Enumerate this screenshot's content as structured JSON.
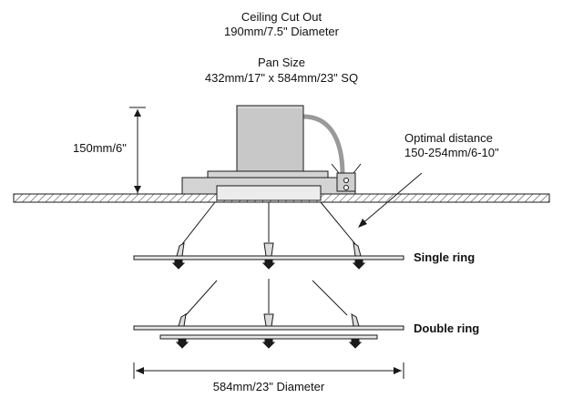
{
  "labels": {
    "ceiling_cutout_title": "Ceiling Cut Out",
    "ceiling_cutout_value": "190mm/7.5\" Diameter",
    "pan_size_title": "Pan Size",
    "pan_size_value": "432mm/17\" x 584mm/23\" SQ",
    "drop_height": "150mm/6\"",
    "optimal_distance_title": "Optimal distance",
    "optimal_distance_value": "150-254mm/6-10\"",
    "single_ring": "Single ring",
    "double_ring": "Double ring",
    "ring_diameter": "584mm/23\" Diameter"
  },
  "colors": {
    "line": "#1a1a1a",
    "pan_fill": "#d4d4d4",
    "box_fill": "#c8c8c8",
    "ring_fill": "#e6e6e6",
    "conduit": "#9a9a9a"
  }
}
